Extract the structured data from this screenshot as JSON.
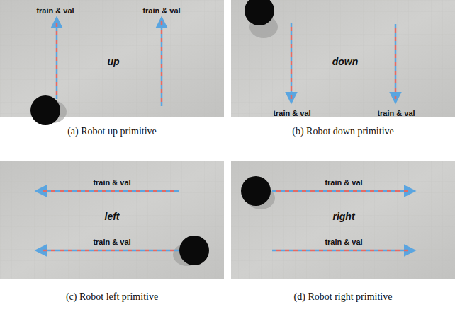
{
  "diagram": {
    "labels": [
      "train & val",
      "train & val",
      "up",
      "(a) Robot up primitive",
      "down",
      "train & val",
      "train & val",
      "(b) Robot down primitive",
      "train & val",
      "left",
      "train & val",
      "(c) Robot left primitive",
      "train & val",
      "right",
      "train & val",
      "(d) Robot right primitive"
    ]
  }
}
